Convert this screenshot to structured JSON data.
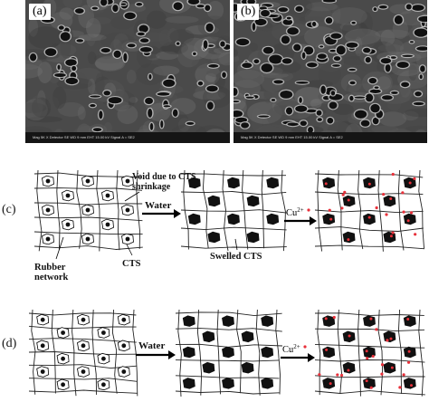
{
  "sem_images": [
    {
      "label": "(a)",
      "footer": "Mag  5K X    Detector  SE    WD  9 mm    EHT  15.00 kV    Signal A = SE2"
    },
    {
      "label": "(b)",
      "footer": "Mag  5K X    Detector  SE    WD  9 mm    EHT  15.00 kV    Signal A = SE2"
    }
  ],
  "schematic_c": {
    "label": "(c)",
    "void_annotation": "Void due to CTS\nshrinkage",
    "water_label": "Water",
    "rubber_label": "Rubber\nnetwork",
    "cts_label": "CTS",
    "swelled_label": "Swelled CTS",
    "cu_label": "Cu2+"
  },
  "schematic_d": {
    "label": "(d)",
    "water_label": "Water",
    "cu_label": "Cu2+"
  },
  "colors": {
    "ion": "#e8303a",
    "particle": "#111111",
    "sem_bg": "#4a4a4a"
  }
}
